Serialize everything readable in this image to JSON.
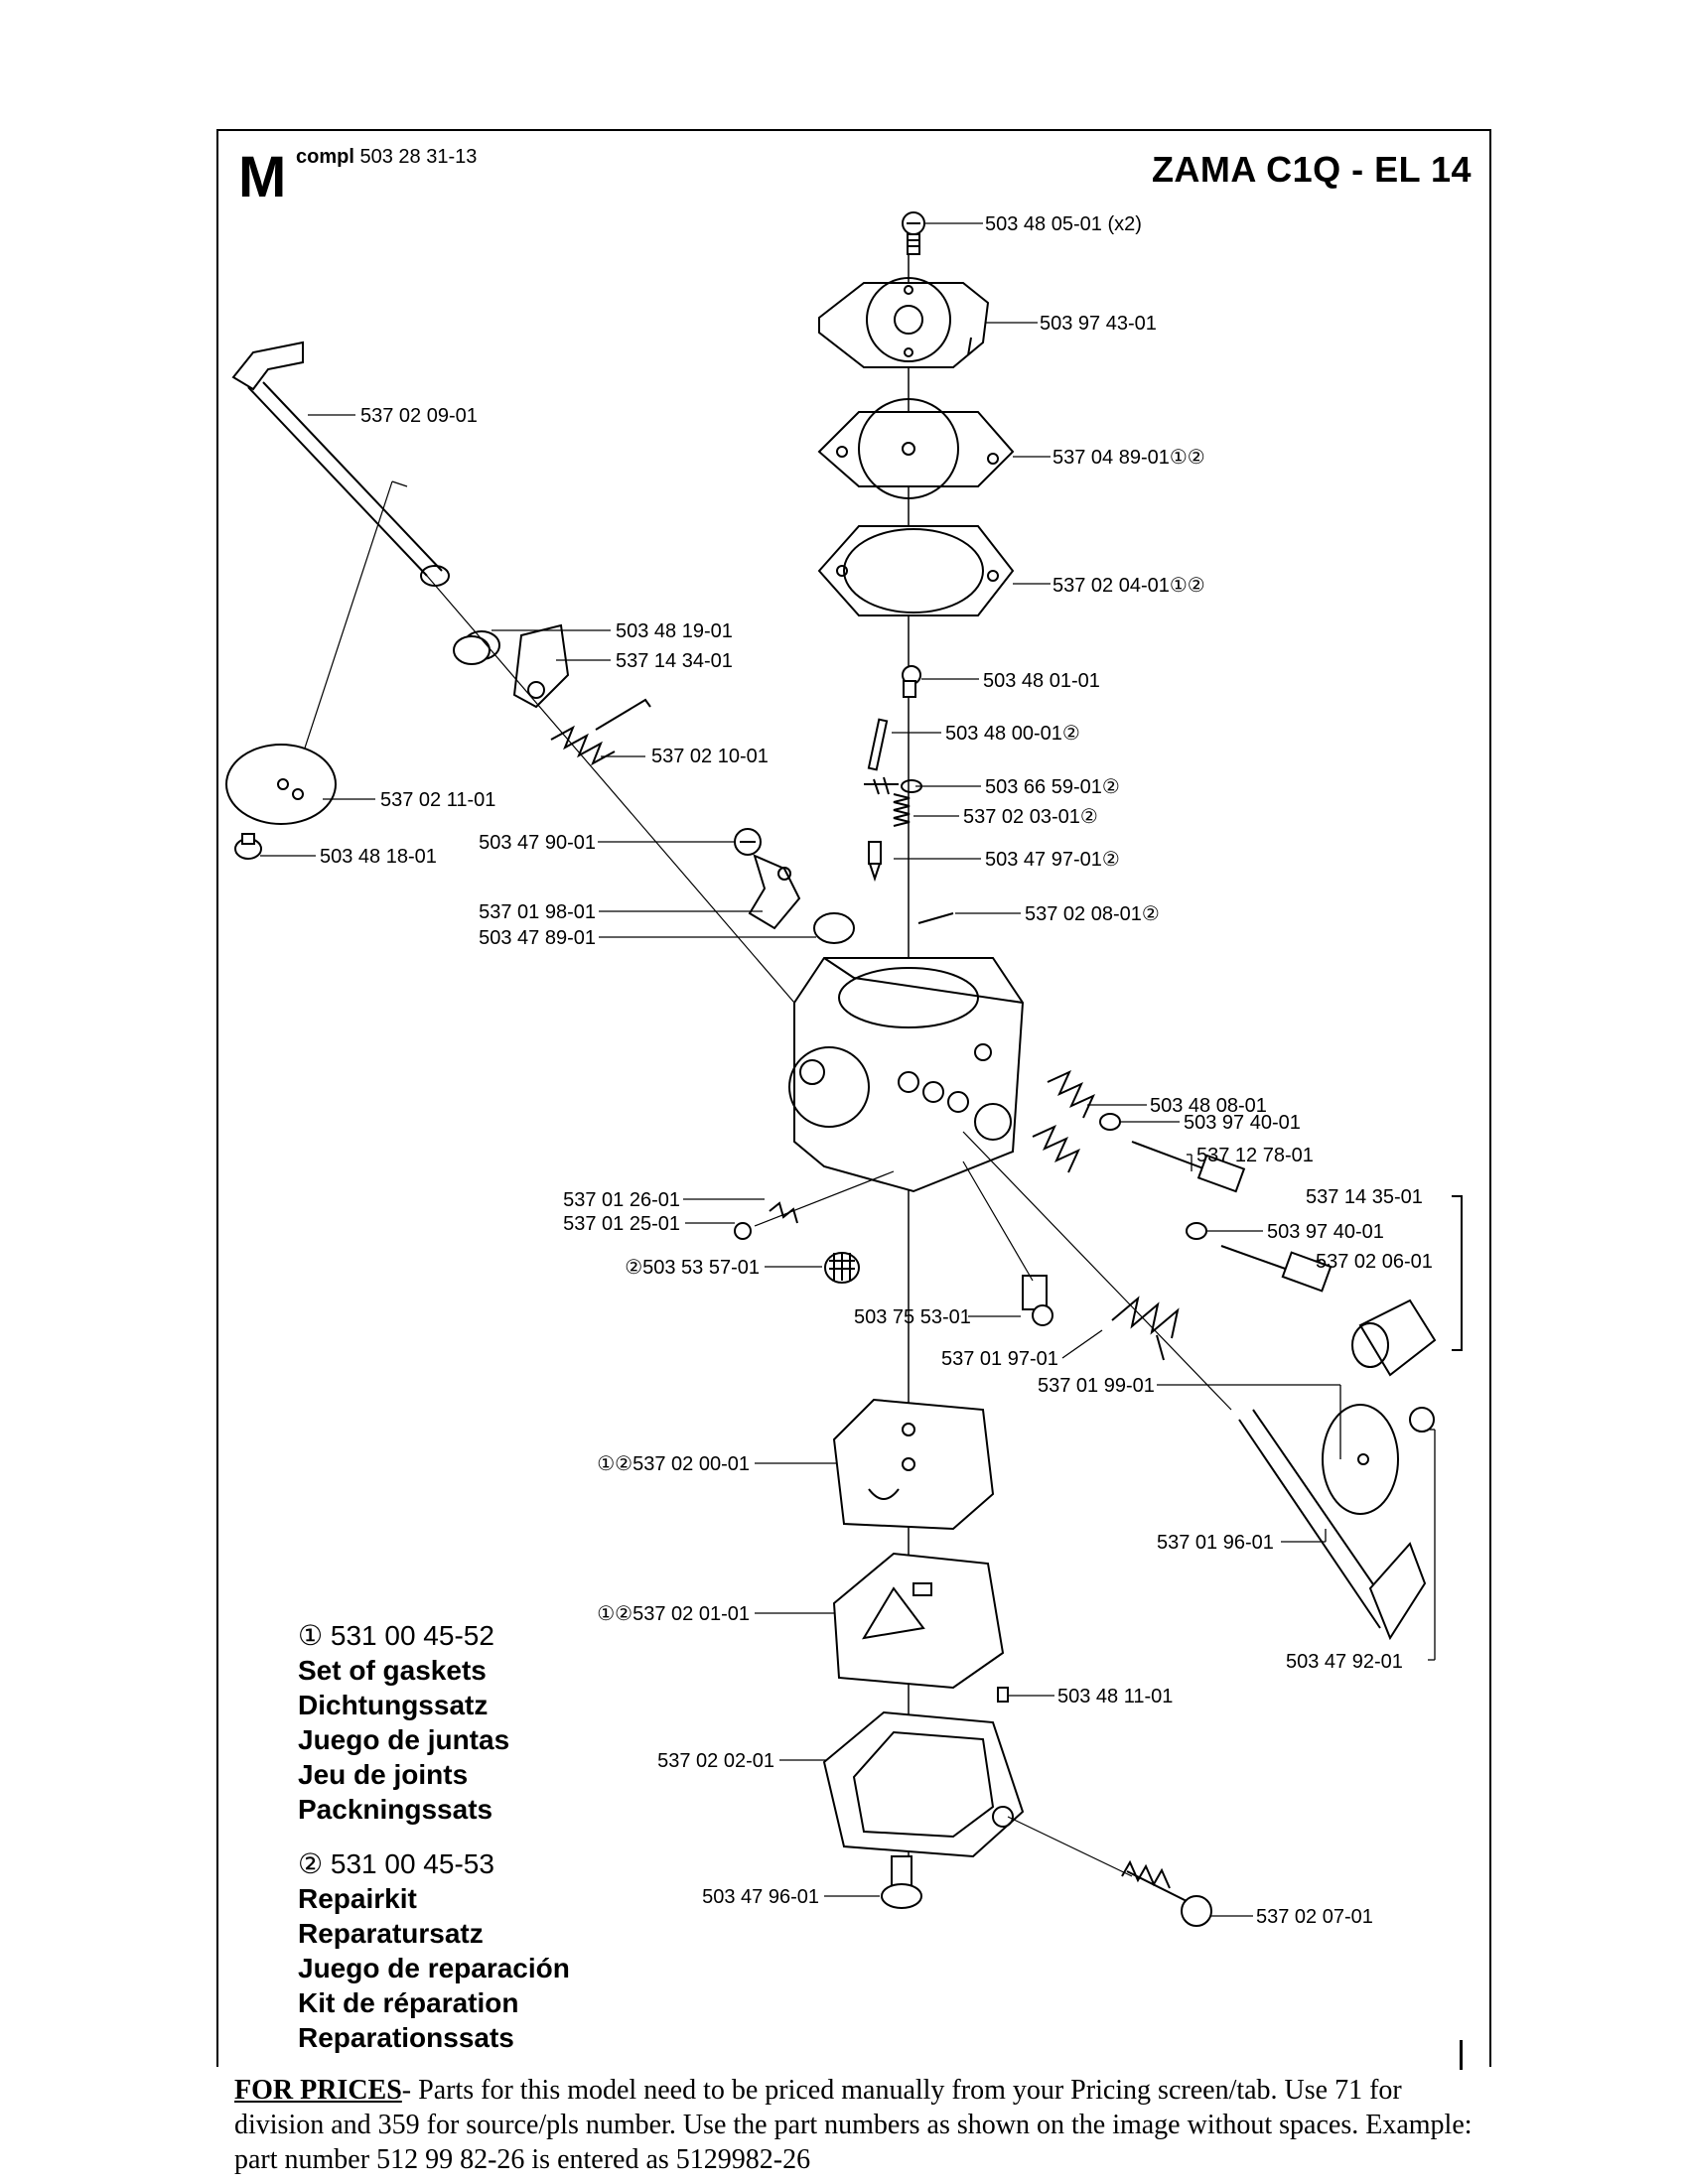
{
  "header": {
    "letter": "M",
    "compl_label": "compl",
    "compl_number": "503 28 31-13",
    "model": "ZAMA C1Q - EL 14"
  },
  "parts": {
    "p1": "503 48 05-01 (x2)",
    "p2": "503 97 43-01",
    "p3": "537 04 89-01①②",
    "p4": "537 02 04-01①②",
    "p5": "537 02 09-01",
    "p6": "503 48 19-01",
    "p7": "537 14 34-01",
    "p8": "537 02 10-01",
    "p9": "537 02 11-01",
    "p10": "503 48 18-01",
    "p11": "503 47 90-01",
    "p12": "537 01 98-01",
    "p13": "503 47 89-01",
    "p14": "503 48 01-01",
    "p15": "503 48 00-01②",
    "p16": "503 66 59-01②",
    "p17": "537 02 03-01②",
    "p18": "503 47 97-01②",
    "p19": "537 02 08-01②",
    "p20": "503 48 08-01",
    "p21": "503 97 40-01",
    "p22": "537 12 78-01",
    "p23": "537 14 35-01",
    "p24": "503 97 40-01",
    "p25": "537 02 06-01",
    "p26": "537 01 26-01",
    "p27": "537 01 25-01",
    "p28": "②503 53 57-01",
    "p29": "503 75 53-01",
    "p30": "537 01 97-01",
    "p31": "537 01 99-01",
    "p32": "①②537 02 00-01",
    "p33": "537 01 96-01",
    "p34": "①②537 02 01-01",
    "p35": "503 47 92-01",
    "p36": "503 48 11-01",
    "p37": "537 02 02-01",
    "p38": "503 47 96-01",
    "p39": "537 02 07-01"
  },
  "legend": {
    "kit1_number": "① 531 00 45-52",
    "kit1_names": [
      "Set of gaskets",
      "Dichtungssatz",
      "Juego de juntas",
      "Jeu de joints",
      "Packningssats"
    ],
    "kit2_number": "② 531 00 45-53",
    "kit2_names": [
      "Repairkit",
      "Reparatursatz",
      "Juego de reparación",
      "Kit de réparation",
      "Reparationssats"
    ]
  },
  "footer": {
    "heading": "FOR PRICES",
    "text": "- Parts for this model need to be priced manually from your Pricing screen/tab. Use 71 for division and 359 for source/pls number.  Use the part numbers as shown on the image without spaces.  Example: part number 512 99 82-26 is entered as 5129982-26"
  }
}
